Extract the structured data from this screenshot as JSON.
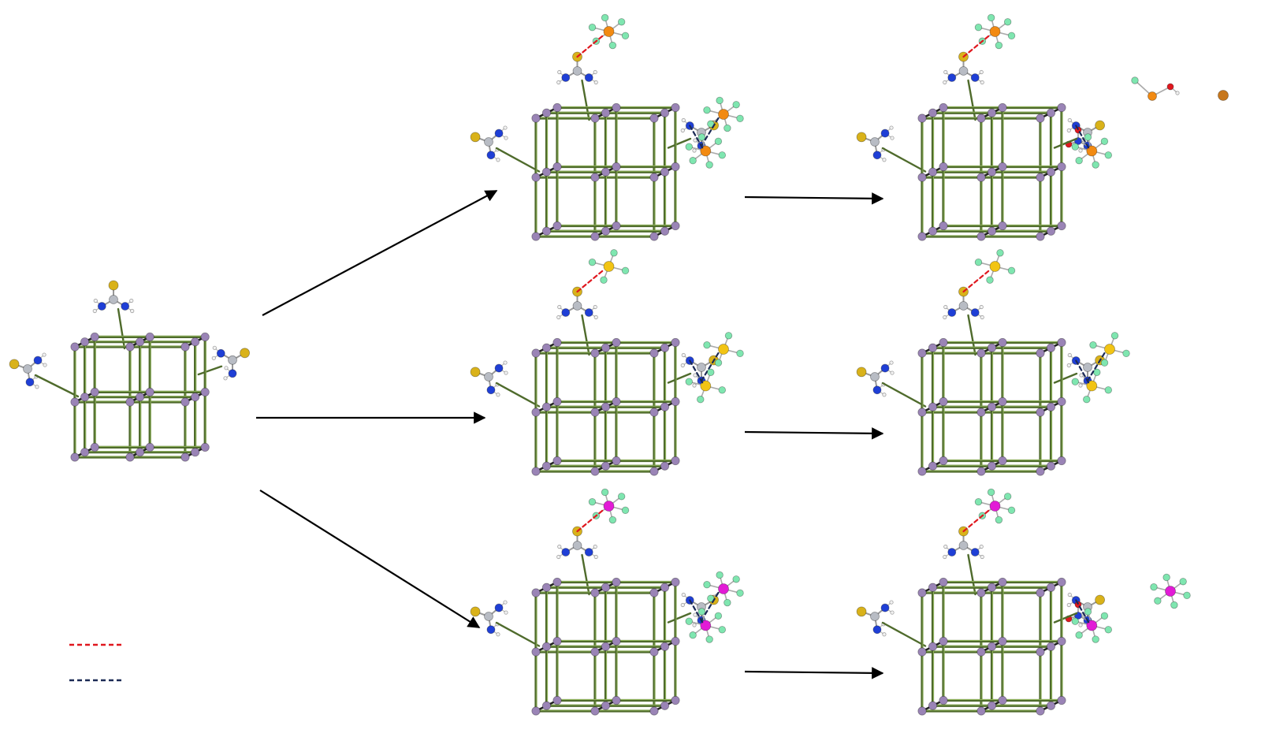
{
  "palette": {
    "lattice_bar": "#4f6b2c",
    "lattice_bar_light": "#8fb35a",
    "lattice_atom": "#9a84b6",
    "lattice_atom_dark": "#5a4777",
    "sulfur": "#d9b21a",
    "carbon": "#b8bcc4",
    "nitrogen": "#1f3fd6",
    "hydrogen": "#f2f2f2",
    "oxygen": "#e0171e",
    "phosphorus": "#f28a12",
    "boron": "#f2c414",
    "arsenic": "#e21bd6",
    "fluorine": "#7fe6b0",
    "free_ion": "#c7771d",
    "legend_red": "#e0171e",
    "legend_navy": "#1b2a55",
    "arrow": "#000000"
  },
  "diagram": {
    "start_node": "thiourea-functionalized-framework",
    "reaction_rows": [
      {
        "id": "pf6",
        "anion_color_key": "phosphorus",
        "step2_products": [
          "nitrosated-thiourea",
          "displaced-anion-fragment",
          "free-ion"
        ]
      },
      {
        "id": "bf4",
        "anion_color_key": "boron",
        "step2_products": [
          "anion-bound-thiourea"
        ]
      },
      {
        "id": "asf6",
        "anion_color_key": "arsenic",
        "step2_products": [
          "nitrosated-thiourea",
          "free-anion"
        ]
      }
    ],
    "legend": [
      {
        "id": "legend-red-dashed",
        "color_key": "legend_red",
        "style": "dashed"
      },
      {
        "id": "legend-navy-dashed",
        "color_key": "legend_navy",
        "style": "dashed"
      }
    ]
  }
}
